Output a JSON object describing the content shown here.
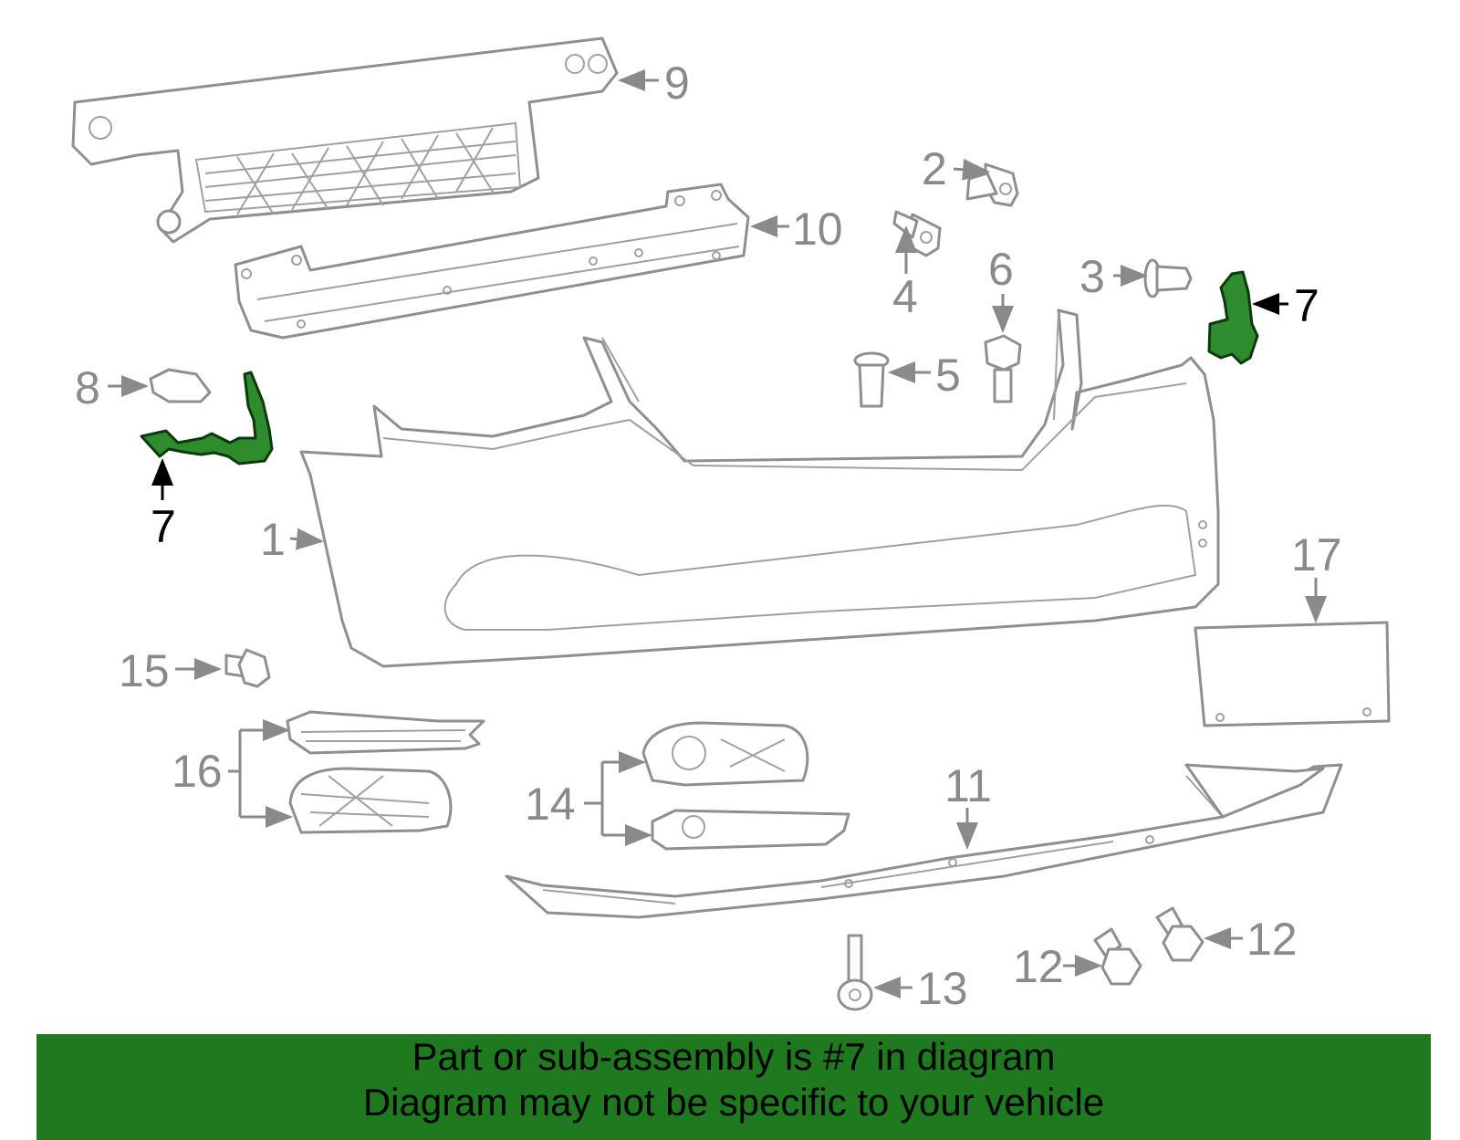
{
  "callouts": {
    "c1": "1",
    "c2": "2",
    "c3": "3",
    "c4": "4",
    "c5": "5",
    "c6": "6",
    "c7a": "7",
    "c7b": "7",
    "c8": "8",
    "c9": "9",
    "c10": "10",
    "c11": "11",
    "c12a": "12",
    "c12b": "12",
    "c13": "13",
    "c14": "14",
    "c15": "15",
    "c16": "16",
    "c17": "17"
  },
  "banner": {
    "line1": "Part or sub-assembly is #7 in diagram",
    "line2": "Diagram may not be specific to your vehicle"
  },
  "colors": {
    "highlight": "#2e8b2e",
    "banner_bg": "#1f7a1f",
    "line_art": "#8f8f8f"
  }
}
